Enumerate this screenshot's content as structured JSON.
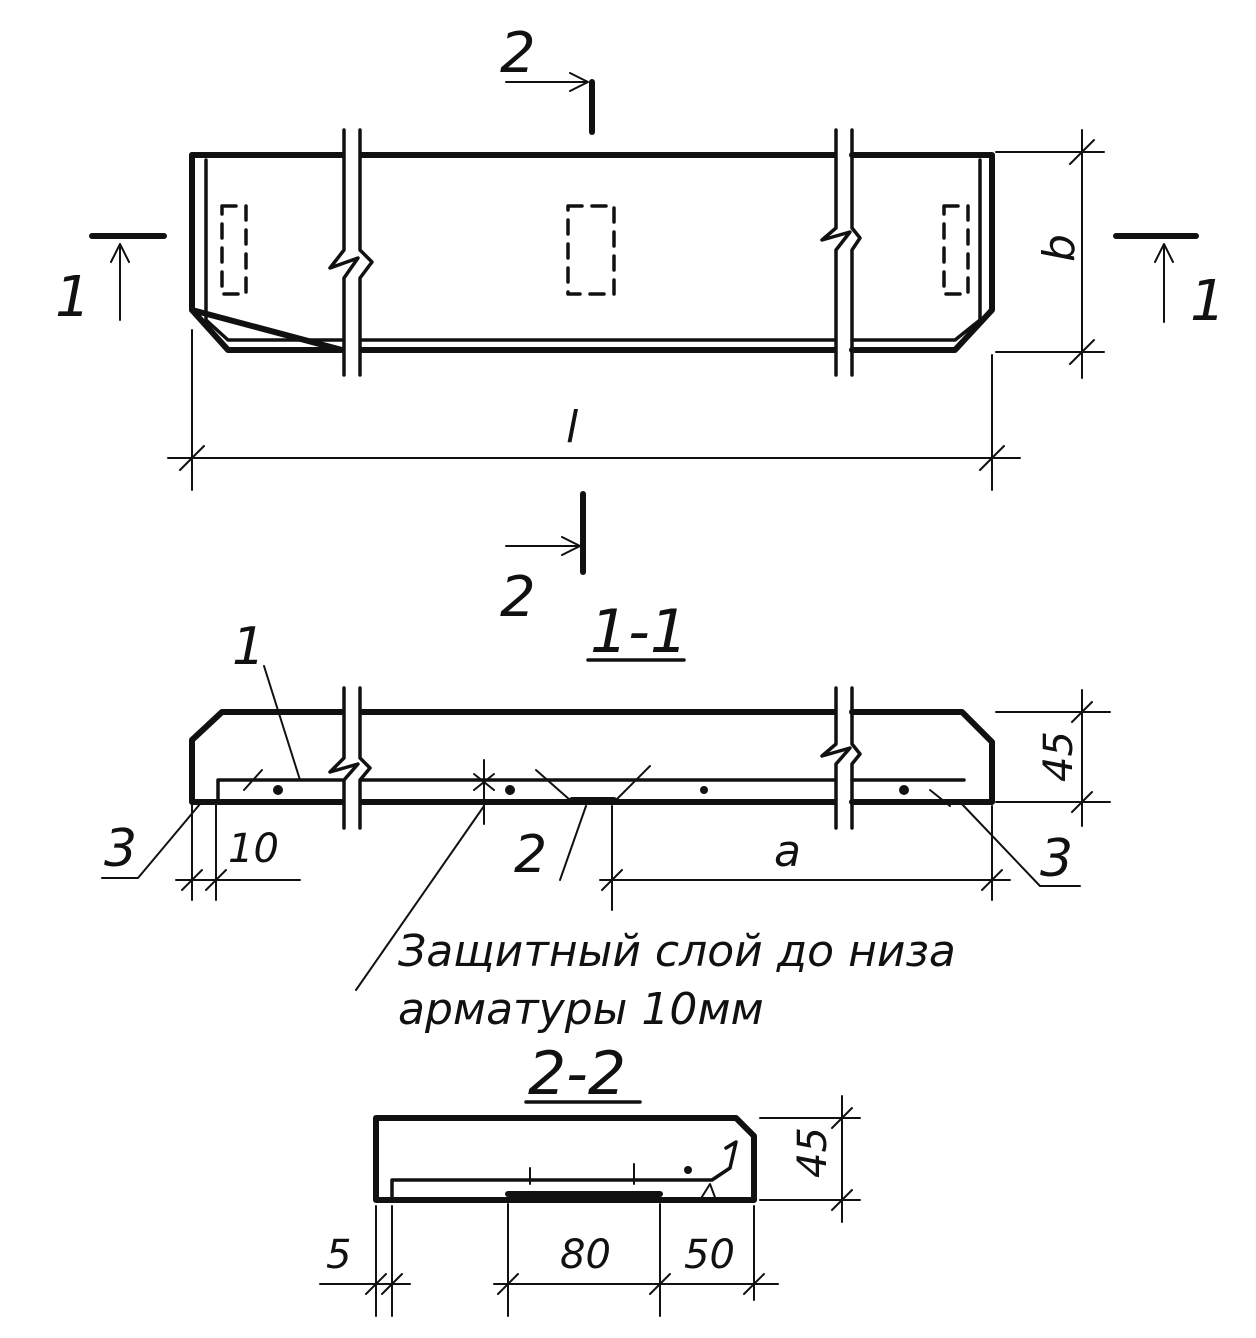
{
  "plan": {
    "section_2_label_top": "2",
    "section_2_label_bottom": "2",
    "section_1_label_left": "1",
    "section_1_label_right": "1",
    "dim_length": "l",
    "dim_width": "b"
  },
  "section_1_1": {
    "title": "1-1",
    "dim_height": "45",
    "dim_cover": "10",
    "dim_a": "a",
    "pos_1": "1",
    "pos_2": "2",
    "pos_3_left": "3",
    "pos_3_right": "3",
    "note_line1": "Защитный слой до низа",
    "note_line2": "арматуры 10мм"
  },
  "section_2_2": {
    "title": "2-2",
    "dim_height": "45",
    "dim_5": "5",
    "dim_80": "80",
    "dim_50": "50"
  }
}
